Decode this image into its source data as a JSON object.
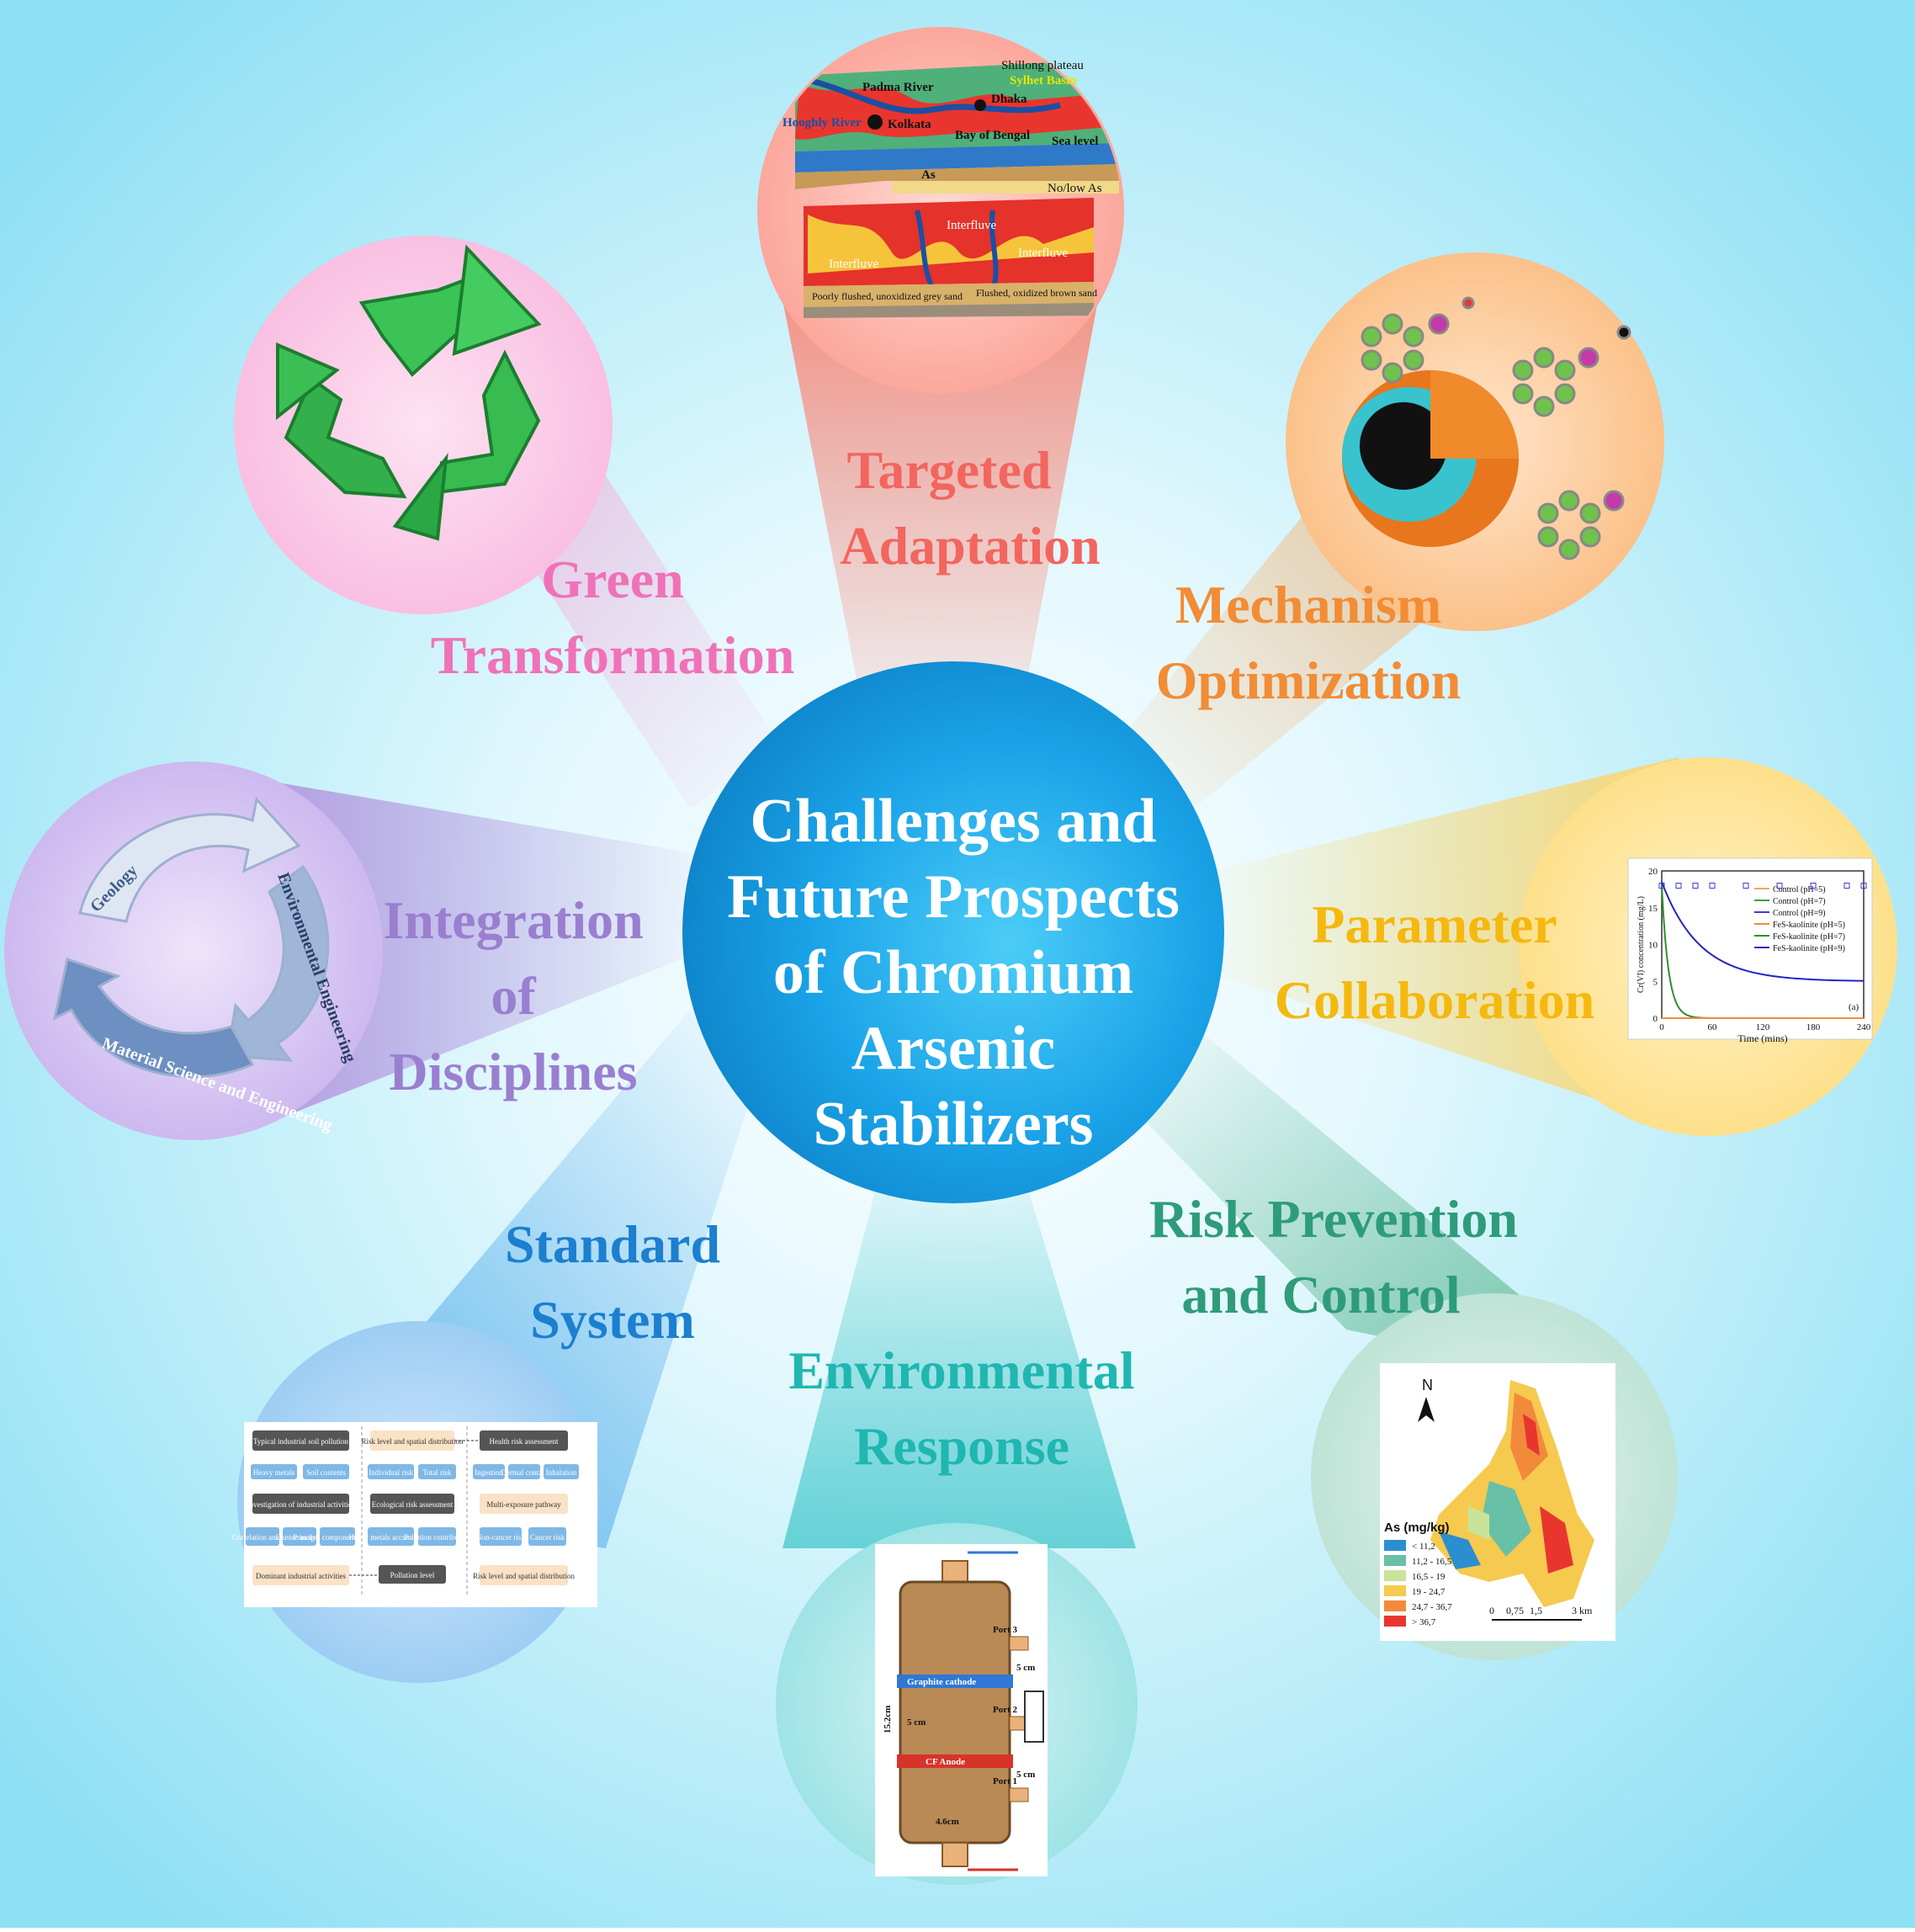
{
  "center": {
    "lines": [
      "Challenges and",
      "Future Prospects",
      "of Chromium",
      "Arsenic",
      "Stabilizers"
    ]
  },
  "petals": {
    "targeted": {
      "lines": [
        "Targeted",
        "Adaptation"
      ],
      "color": "#f2665f"
    },
    "mechanism": {
      "lines": [
        "Mechanism",
        "Optimization"
      ],
      "color": "#f28c35"
    },
    "parameter": {
      "lines": [
        "Parameter",
        "Collaboration"
      ],
      "color": "#f5b80e"
    },
    "risk": {
      "lines": [
        "Risk Prevention",
        "and Control"
      ],
      "color": "#2e9c7a"
    },
    "environmental": {
      "lines": [
        "Environmental",
        "Response"
      ],
      "color": "#1fb7b0"
    },
    "standard": {
      "lines": [
        "Standard",
        "System"
      ],
      "color": "#1c7fcf"
    },
    "integration": {
      "lines": [
        "Integration",
        "of",
        "Disciplines"
      ],
      "color": "#9a7fd0"
    },
    "green": {
      "lines": [
        "Green",
        "Transformation"
      ],
      "color": "#ef72b8"
    }
  },
  "map_geo": {
    "labels": [
      "Shillong plateau",
      "Padma River",
      "Sylhet Basin",
      "Dhaka",
      "Hooghly River",
      "Kolkata",
      "Bay of Bengal",
      "Sea level",
      "As",
      "No/low As",
      "Interfluve",
      "Poorly flushed, unoxidized grey sand",
      "Flushed, oxidized brown sand"
    ]
  },
  "integration_cycle": {
    "labels": [
      "Geology",
      "Environmental Engineering",
      "Material Science and Engineering"
    ]
  },
  "kinetics_chart": {
    "xlabel": "Time (mins)",
    "ylabel": "Cr(VI) concentration (mg/L)",
    "panel": "(a)",
    "xticks": [
      "0",
      "60",
      "120",
      "180",
      "240"
    ],
    "yticks": [
      "0",
      "5",
      "10",
      "15",
      "20"
    ],
    "legend": [
      "Control (pH=5)",
      "Control (pH=7)",
      "Control (pH=9)",
      "FeS-kaolinite (pH=5)",
      "FeS-kaolinite (pH=7)",
      "FeS-kaolinite (pH=9)"
    ]
  },
  "as_map": {
    "north": "N",
    "legend_title": "As (mg/kg)",
    "classes": [
      {
        "label": "< 11,2",
        "color": "#2b8fcf"
      },
      {
        "label": "11,2 - 16,5",
        "color": "#68c0a6"
      },
      {
        "label": "16,5 - 19",
        "color": "#c8e49a"
      },
      {
        "label": "19 - 24,7",
        "color": "#f6c94f"
      },
      {
        "label": "24,7 - 36,7",
        "color": "#f28a3c"
      },
      {
        "label": "> 36,7",
        "color": "#e8362e"
      }
    ],
    "scale": [
      "0",
      "0,75",
      "1,5",
      "3 km"
    ]
  },
  "column": {
    "labels": [
      "Port 3",
      "Port 2",
      "Port 1",
      "Graphite cathode",
      "CF Anode",
      "5 cm",
      "5 cm",
      "5 cm",
      "15.2cm",
      "4.6cm"
    ]
  },
  "flowchart": {
    "col1": [
      "Typical industrial soil pollution",
      "Heavy metals",
      "Soil contents",
      "Investigation of industrial activities",
      "Correlation analysis",
      "Cluster analysis",
      "Principal component analysis",
      "Dominant industrial activities"
    ],
    "col2": [
      "Risk level and spatial distribution",
      "Individual risk",
      "Total risk",
      "Ecological risk assessment",
      "Heavy metals accumulation",
      "Pollution contribution",
      "Pollution level"
    ],
    "col3": [
      "Health risk assessment",
      "Ingestion",
      "Dermal contact",
      "Inhalation",
      "Multi-exposure pathway",
      "Non-cancer risk",
      "Cancer risk",
      "Risk level and spatial distribution"
    ]
  }
}
